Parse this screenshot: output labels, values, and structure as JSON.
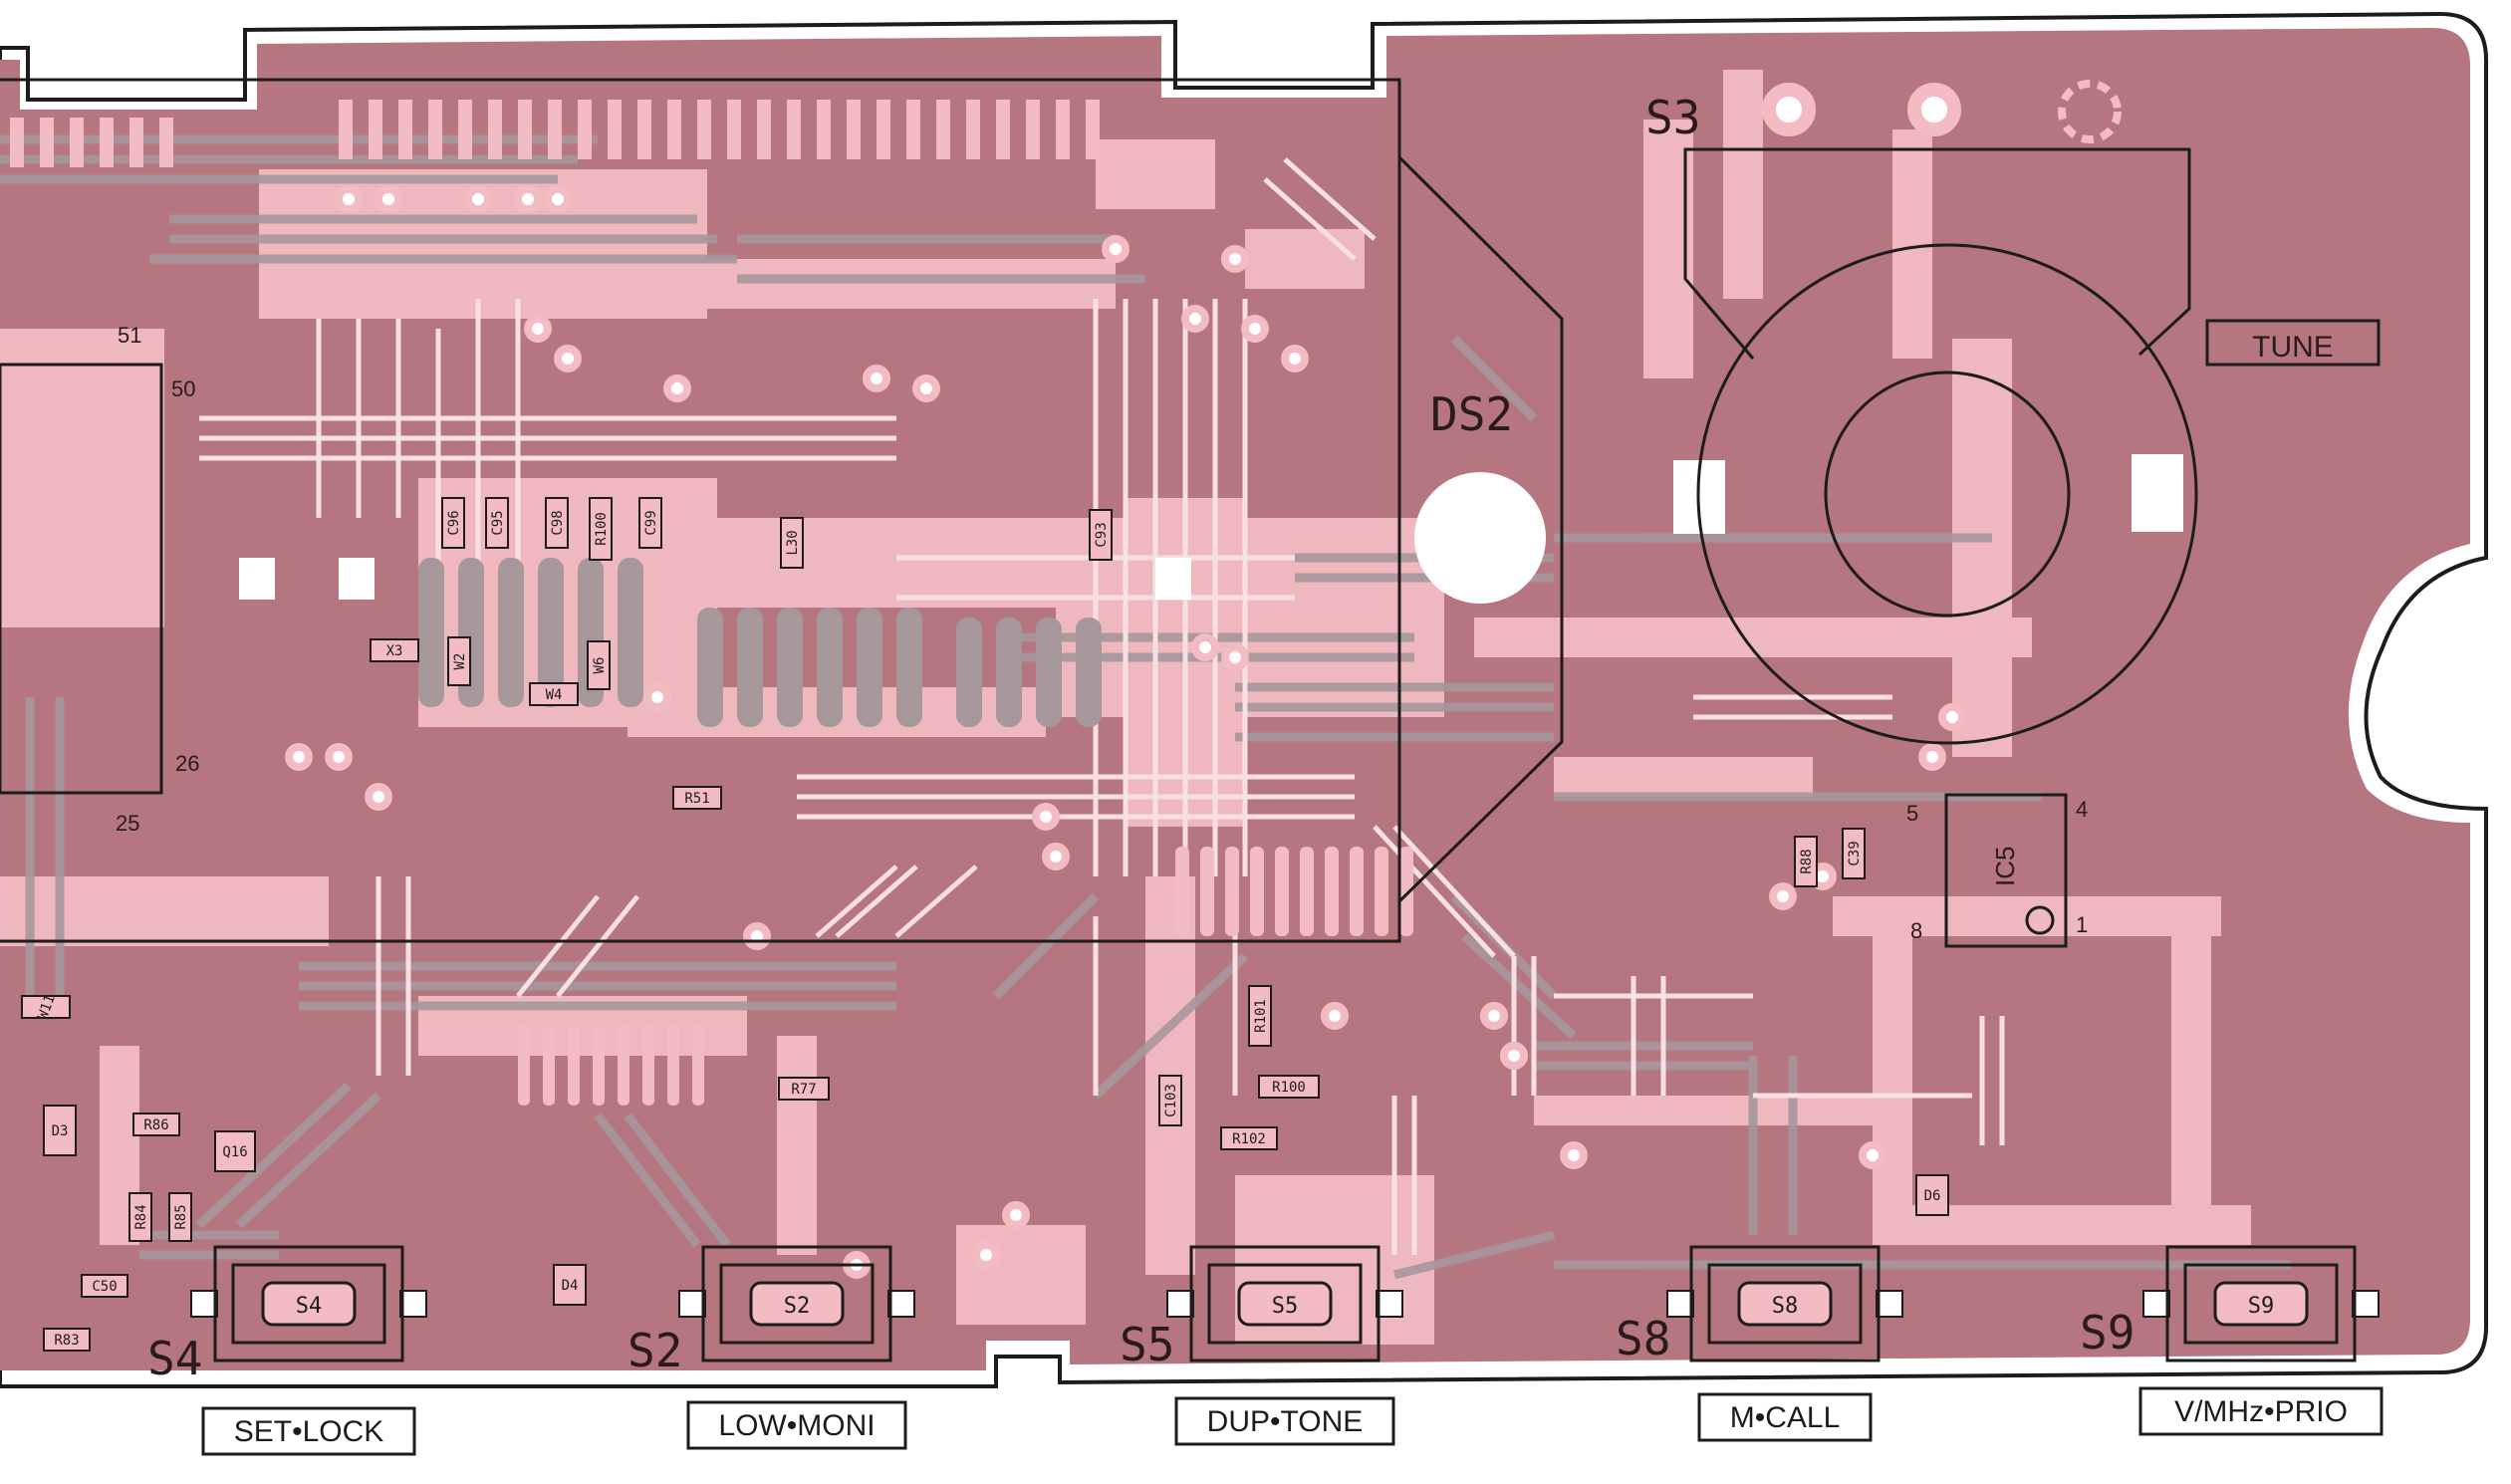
{
  "colors": {
    "board": "#b6767f",
    "copper": "#f2bcc2",
    "grey": "#a6979b",
    "outline": "#1c1c1c",
    "pad": "#ffffff"
  },
  "silkscreen": {
    "ds2": "DS2",
    "s3": "S3",
    "tune": "TUNE",
    "ic5": "IC5",
    "pin1": "1",
    "pin4": "4",
    "pin5": "5",
    "pin8": "8",
    "pin25": "25",
    "pin26": "26",
    "pin50": "50",
    "pin51": "51"
  },
  "components": [
    "C96",
    "C95",
    "C98",
    "R100",
    "C99",
    "L30",
    "C93",
    "X3",
    "W2",
    "W4",
    "W6",
    "R51",
    "W11",
    "D3",
    "R86",
    "Q16",
    "R84",
    "R85",
    "C50",
    "R83",
    "D4",
    "R77",
    "R101",
    "C103",
    "R100",
    "R102",
    "D6",
    "R88",
    "C39"
  ],
  "switches": [
    {
      "ref": "S4",
      "cap": "S4",
      "function": "SET•LOCK"
    },
    {
      "ref": "S2",
      "cap": "S2",
      "function": "LOW•MONI"
    },
    {
      "ref": "S5",
      "cap": "S5",
      "function": "DUP•TONE"
    },
    {
      "ref": "S8",
      "cap": "S8",
      "function": "M•CALL"
    },
    {
      "ref": "S9",
      "cap": "S9",
      "function": "V/MHz•PRIO"
    }
  ]
}
